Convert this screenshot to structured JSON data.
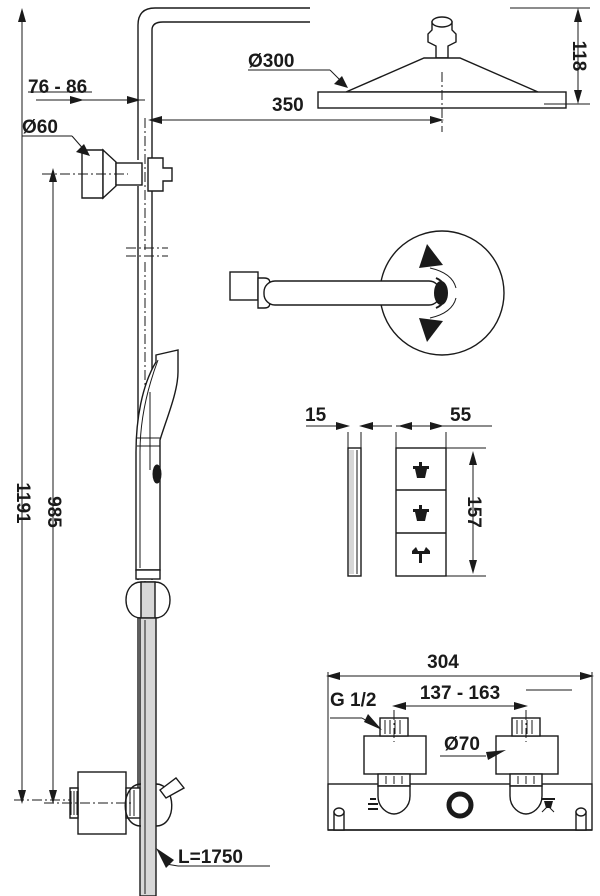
{
  "drawing": {
    "type": "technical-dimension-drawing",
    "subject": "Thermostatic shower column / shower system",
    "units": "mm",
    "background_color": "#ffffff",
    "line_color": "#1a1a1a"
  },
  "dimensions": {
    "head_diameter": "Ø300",
    "head_height": "118",
    "arm_projection": "350",
    "bracket_offset": "76 - 86",
    "bracket_diameter": "Ø60",
    "total_height": "1191",
    "valve_height": "985",
    "panel_depth": "15",
    "panel_width": "55",
    "panel_height": "157",
    "valve_width": "304",
    "inlet_centers": "137 - 163",
    "inlet_thread": "G 1/2",
    "escutcheon_diameter": "Ø70",
    "hose_length": "L=1750"
  },
  "views": {
    "main": {
      "name": "front-elevation",
      "parts": [
        "overhead-shower-head",
        "shower-arm",
        "riser-pipe",
        "wall-bracket",
        "hand-shower",
        "hand-shower-holder",
        "thermostatic-valve",
        "shower-hose"
      ]
    },
    "swivel_detail": {
      "name": "arm-swivel-detail",
      "description": "shower arm rotation range shown by double arrow on circular escutcheon"
    },
    "panel_detail": {
      "name": "control-panel-detail",
      "buttons": [
        {
          "icon": "overhead-shower-icon",
          "position": "top"
        },
        {
          "icon": "hand-shower-icon",
          "position": "middle"
        },
        {
          "icon": "thermostat-icon",
          "position": "bottom"
        }
      ]
    },
    "valve_detail": {
      "name": "thermostatic-valve-detail",
      "features": [
        "left-inlet",
        "right-inlet",
        "center-outlet-ring",
        "temperature-icon",
        "flow-icon"
      ]
    }
  }
}
